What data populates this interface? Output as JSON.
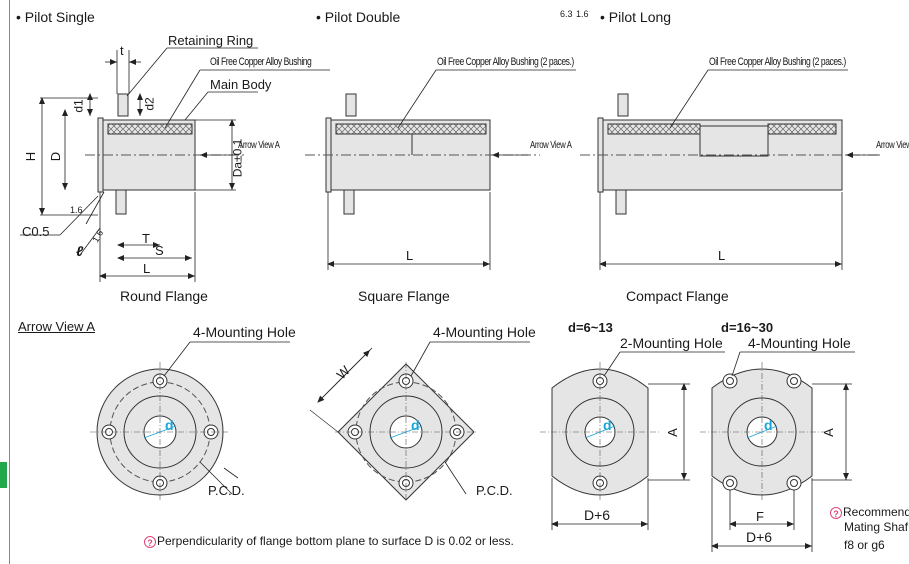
{
  "variants": {
    "pilot_single": "Pilot Single",
    "pilot_double": "Pilot Double",
    "pilot_long": "Pilot Long"
  },
  "surface_finish": {
    "primary": "6.3",
    "secondary": "1.6"
  },
  "callouts": {
    "retaining_ring": "Retaining Ring",
    "bushing": "Oil Free Copper Alloy Bushing",
    "bushing_2": "Oil Free Copper Alloy Bushing (2 paces.)",
    "main_body": "Main Body",
    "arrow_view_a": "Arrow View A"
  },
  "dims": {
    "t": "t",
    "d1": "d1",
    "d2": "d2",
    "H": "H",
    "D": "D",
    "Da": "Da±0.1",
    "C05": "C0.5",
    "ell": "ℓ",
    "T": "T",
    "S": "S",
    "L": "L",
    "rough": "1.6",
    "W": "W",
    "A": "A",
    "F": "F",
    "D6": "D+6",
    "d": "d",
    "PCD": "P.C.D."
  },
  "flange_types": {
    "round": "Round Flange",
    "square": "Square Flange",
    "compact": "Compact Flange"
  },
  "arrow_view_heading": "Arrow View A",
  "mounting": {
    "four": "4-Mounting Hole",
    "two": "2-Mounting Hole",
    "range_small": "d=6~13",
    "range_large": "d=16~30"
  },
  "notes": {
    "perpendicularity": "Perpendicularity of flange bottom plane to surface D is 0.02 or less.",
    "recommend_line1": "Recommend",
    "recommend_line2": "Mating Shaf",
    "recommend_line3": "f8 or g6"
  },
  "colors": {
    "accent": "#1aa7d8",
    "note_icon": "#e0457b",
    "green_tab": "#22a84a"
  }
}
